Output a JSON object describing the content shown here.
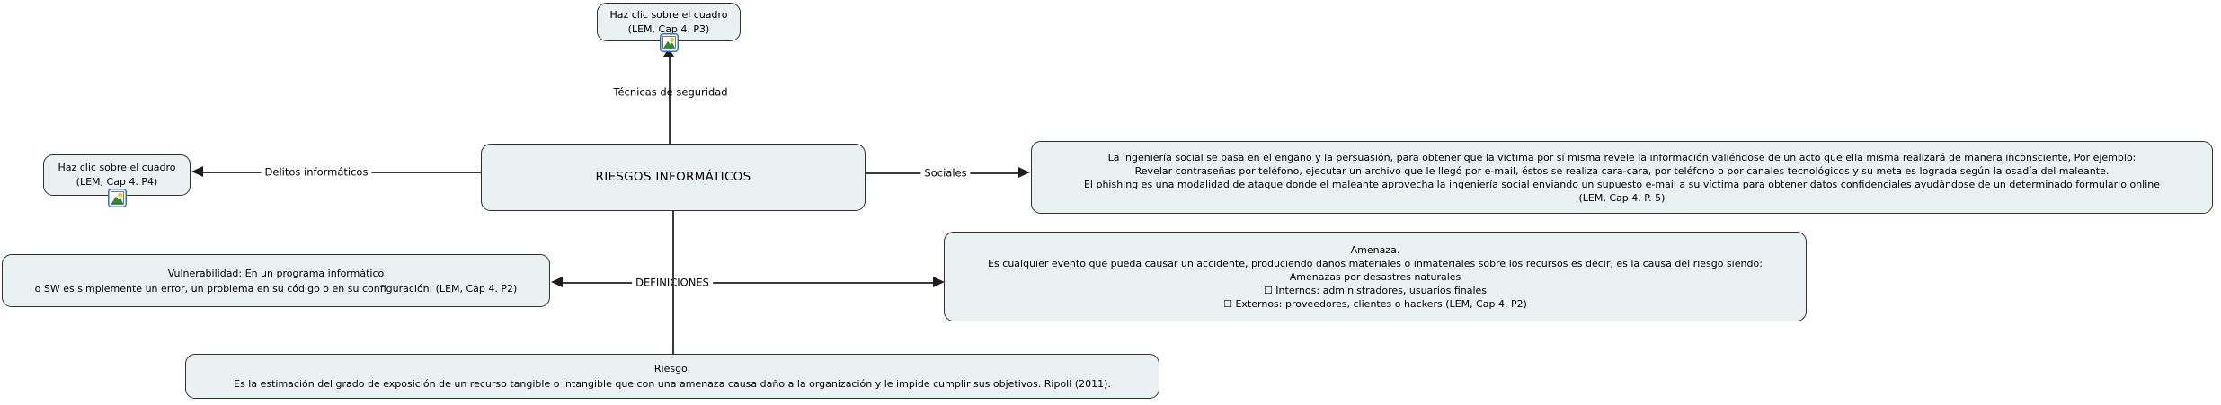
{
  "colors": {
    "node_fill": "#e9f1f3",
    "node_border": "#2f2f2f",
    "connector_line": "#3a3a3a",
    "icon_border": "#2f6fd6",
    "background": "#ffffff"
  },
  "nodes": {
    "top_link": {
      "text": "Haz clic sobre el cuadro\n(LEM, Cap 4. P3)"
    },
    "left_link": {
      "text": "Haz clic sobre el cuadro\n(LEM, Cap 4. P4)"
    },
    "central": {
      "text": "RIESGOS INFORMÁTICOS"
    },
    "social_engineering": {
      "text": "La ingeniería social se basa en el engaño y la persuasión, para obtener que la víctima por sí misma revele la información valiéndose de un acto que ella misma realizará de manera inconsciente, Por ejemplo:\nRevelar contraseñas por teléfono, ejecutar un archivo que le llegó por e-mail, éstos se realiza cara-cara, por teléfono o por canales tecnológicos y su meta es lograda según la osadía del maleante.\nEl phishing es una modalidad de ataque donde el maleante aprovecha la ingeniería social enviando un supuesto e-mail a su víctima para obtener datos confidenciales ayudándose de un determinado formulario online\n(LEM, Cap 4. P. 5)"
    },
    "vulnerability": {
      "text": "Vulnerabilidad: En un programa informático\no SW es simplemente un error, un problema en su código o en su configuración. (LEM, Cap 4. P2)"
    },
    "threat": {
      "text": "Amenaza.\nEs cualquier evento que pueda causar un accidente, produciendo daños materiales o inmateriales sobre los recursos es decir, es la causa del riesgo siendo:\nAmenazas por desastres naturales\n☐ Internos: administradores, usuarios finales\n☐ Externos: proveedores, clientes o hackers (LEM, Cap 4. P2)"
    },
    "risk": {
      "text": "Riesgo.\nEs la estimación del grado de exposición de un recurso tangible o intangible que con una amenaza causa daño a la organización y le impide cumplir sus objetivos. Ripoll (2011)."
    }
  },
  "links": {
    "security_techniques": {
      "label": "Técnicas de seguridad"
    },
    "computer_crimes": {
      "label": "Delitos informáticos"
    },
    "social": {
      "label": "Sociales"
    },
    "definitions": {
      "label": "DEFINICIONES"
    }
  },
  "icons": {
    "image_resource": "image-icon"
  }
}
